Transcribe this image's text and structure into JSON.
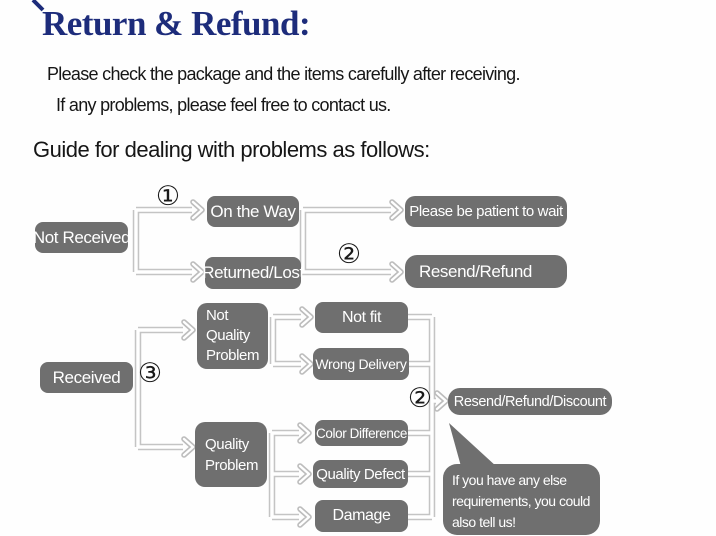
{
  "header": {
    "title": "Return & Refund:",
    "intro_line1": "Please check the package and the items carefully after receiving.",
    "intro_line2": "If any problems, please feel free to contact us.",
    "guide_heading": "Guide for dealing with problems as follows:"
  },
  "colors": {
    "title_navy": "#1d2c7b",
    "node_gray": "#6f6f6f",
    "node_text": "#ffffff",
    "connector_gray": "#c4c4c4"
  },
  "flowchart": {
    "markers": {
      "step1": "①",
      "step2_top": "②",
      "step3": "③",
      "step2_right": "②"
    },
    "nodes": {
      "not_received": "Not Received",
      "on_the_way": "On the Way",
      "returned_lost": "Returned/Lost",
      "be_patient": "Please be patient to wait",
      "resend_refund": "Resend/Refund",
      "received": "Received",
      "not_quality_problem": "Not\nQuality\nProblem",
      "not_fit": "Not fit",
      "wrong_delivery": "Wrong Delivery",
      "resend_refund_discount": "Resend/Refund/Discount",
      "quality_problem": "Quality\nProblem",
      "color_difference": "Color Difference",
      "quality_defect": "Quality Defect",
      "damage": "Damage"
    },
    "note_bubble": "If you have any else\nrequirements, you could\nalso tell us!"
  }
}
